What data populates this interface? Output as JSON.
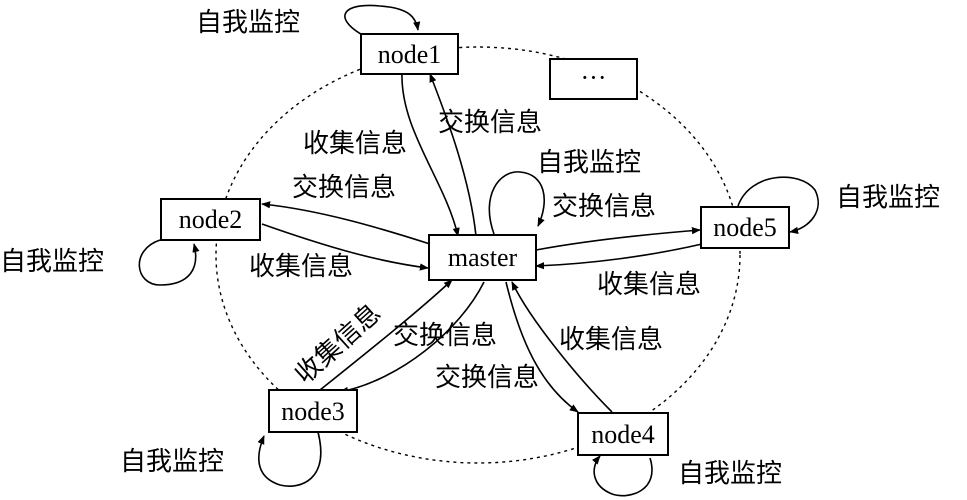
{
  "nodes": {
    "node1": "node1",
    "node2": "node2",
    "node3": "node3",
    "node4": "node4",
    "node5": "node5",
    "master": "master",
    "ellipsis": "···"
  },
  "labels": {
    "self_monitor": "自我监控",
    "collect_info": "收集信息",
    "exchange_info": "交换信息"
  }
}
